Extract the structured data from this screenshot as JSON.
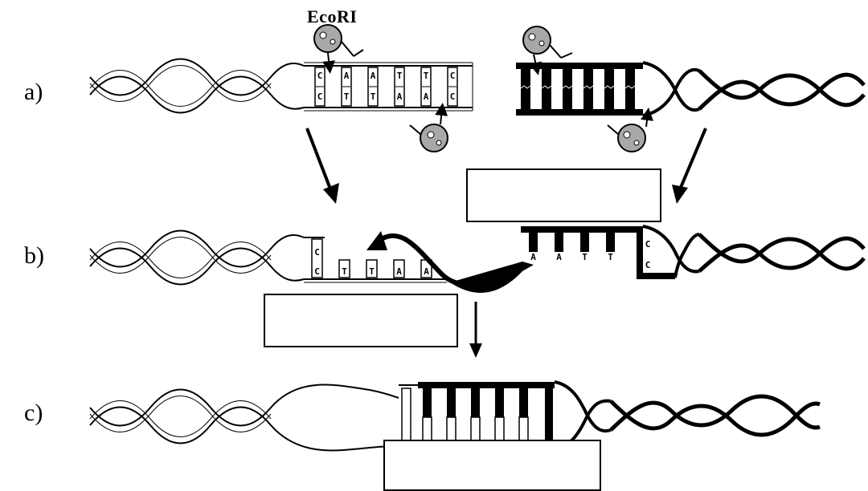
{
  "labels": {
    "a": "a)",
    "b": "b)",
    "c": "c)"
  },
  "enzyme": {
    "name": "EcoRI"
  },
  "bases": {
    "a_left_top": [
      "C",
      "A",
      "A",
      "T",
      "T",
      "C"
    ],
    "a_left_bottom": [
      "C",
      "T",
      "T",
      "A",
      "A",
      "C"
    ],
    "b_left_top": [
      "C"
    ],
    "b_left_bottom": [
      "C",
      "T",
      "T",
      "A",
      "A"
    ],
    "b_right": [
      "A",
      "A",
      "T",
      "T",
      "C",
      "C"
    ]
  },
  "answer_boxes": [
    {
      "id": "box-a",
      "text": ""
    },
    {
      "id": "box-b",
      "text": ""
    },
    {
      "id": "box-c",
      "text": ""
    }
  ]
}
